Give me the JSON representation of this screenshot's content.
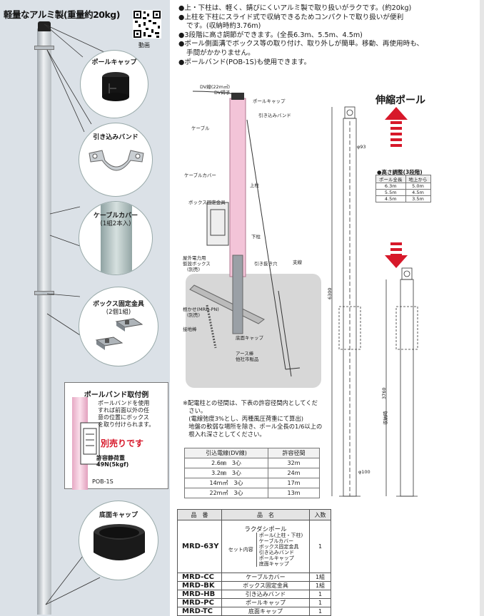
{
  "left_panel": {
    "title": "軽量なアルミ製(重量約20kg)",
    "qr_label": "動画",
    "callouts": {
      "pole_cap": "ポールキャップ",
      "hikikomi_band": "引き込みバンド",
      "cable_cover": "ケーブルカバー",
      "cable_cover_note": "(1組2本入)",
      "box_fixture": "ボックス固定金具",
      "box_fixture_note": "(2個1組)",
      "bottom_cap": "底面キャップ"
    },
    "pole_band_box": {
      "title": "ポールバンド取付例",
      "text_lines": [
        "ポールバンドを使用",
        "すれば前面以外の任",
        "意の位置にボックス",
        "を取り付けられます。"
      ],
      "sold_separately": "別売りです",
      "load_label": "許容静荷重",
      "load_value": "49N(5kgf)",
      "part": "POB-1S"
    }
  },
  "bullets": [
    {
      "lines": [
        "●上・下柱は、軽く、錆びにくいアルミ製で取り扱いがラクです。(約20kg)"
      ]
    },
    {
      "lines": [
        "●上柱を下柱にスライド式で収納できるためコンパクトで取り扱いが便利",
        "です。(収納時約3.76m)"
      ]
    },
    {
      "lines": [
        "●3段階に高さ調節ができます。(全長6.3m、5.5m、4.5m)"
      ]
    },
    {
      "lines": [
        "●ポール側面溝でボックス等の取り付け、取り外しが簡単。移動、再使用時も、",
        "手間がかかりません。"
      ]
    },
    {
      "lines": [
        "●ポールバンド(POB-1S)も使用できます。"
      ]
    }
  ],
  "diagram_labels": {
    "dv_wire": "DV線(22m㎡)",
    "dv_insulator": "DV碍子",
    "pole_cap": "ポールキャップ",
    "hikikomi_band": "引き込みバンド",
    "cable": "ケーブル",
    "cable_cover": "ケーブルカバー",
    "upper_pole": "上柱",
    "box_fixture": "ボックス固定金具",
    "lower_pole": "下柱",
    "outdoor_box": "屋外電力用",
    "outdoor_box2": "仮設ボックス",
    "outdoor_box3": "(別売)",
    "pull_hole": "引き抜き穴",
    "support_wire": "支線",
    "rooting": "根かせ(MRD-PN)",
    "rooting2": "(別売)",
    "ground_rod": "接地棒",
    "bottom_cap": "底面キャップ",
    "earth": "アース棒",
    "earth2": "他社市販品"
  },
  "telescoping": {
    "title": "伸縮ポール",
    "dims": {
      "top_dia": "φ93",
      "bottom_dia": "φ100",
      "total": "6300",
      "stored": "3760",
      "stored_label": "収納時"
    },
    "height_table_title": "●高さ調整(3段階)",
    "height_table": {
      "headers": [
        "ポール全長",
        "地上から"
      ],
      "rows": [
        [
          "6.3m",
          "5.0m"
        ],
        [
          "5.5m",
          "4.5m"
        ],
        [
          "4.5m",
          "3.5m"
        ]
      ]
    }
  },
  "note_lines": [
    "※配電柱との径間は、下表の許容径間内としてくだ",
    "　さい。",
    "　(電線弛度3%とし、丙種風圧荷重にて算出)",
    "　地盤の軟弱な場所を除き、ポール全長の1/6以上の",
    "　根入れ深さとしてください。"
  ],
  "span_table": {
    "headers": [
      "引込電線(DV線)",
      "許容径間"
    ],
    "rows": [
      [
        "2.6㎜　3心",
        "32m"
      ],
      [
        "3.2㎜　3心",
        "24m"
      ],
      [
        "14m㎡　3心",
        "17m"
      ],
      [
        "22m㎡　3心",
        "13m"
      ]
    ]
  },
  "product_table": {
    "headers": [
      "品　番",
      "品　名",
      "入数"
    ],
    "main": {
      "code": "MRD-63Y",
      "name": "ラクダシポール",
      "set_label": "セット内容",
      "set_items": [
        "ポール(上柱・下柱)",
        "ケーブルカバー",
        "ボックス固定金具",
        "引き込みバンド",
        "ポールキャップ",
        "底面キャップ"
      ],
      "qty": "1"
    },
    "rows": [
      {
        "code": "MRD-CC",
        "name": "ケーブルカバー",
        "qty": "1組"
      },
      {
        "code": "MRD-BK",
        "name": "ボックス固定金具",
        "qty": "1組"
      },
      {
        "code": "MRD-HB",
        "name": "引き込みバンド",
        "qty": "1"
      },
      {
        "code": "MRD-PC",
        "name": "ポールキャップ",
        "qty": "1"
      },
      {
        "code": "MRD-TC",
        "name": "底面キャップ",
        "qty": "1"
      }
    ]
  },
  "colors": {
    "accent_red": "#d7182a",
    "pink_pole": "#f3c4d8",
    "panel_bg": "#dbe1e7"
  }
}
